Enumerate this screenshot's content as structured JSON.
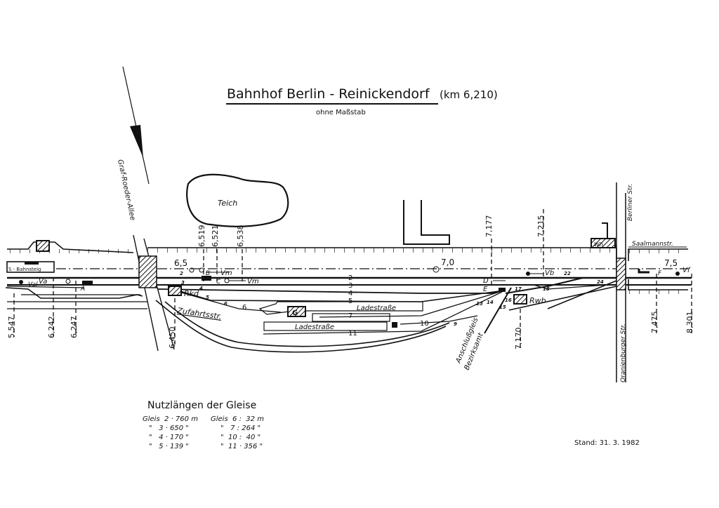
{
  "title": {
    "main": "Bahnhof Berlin - Reinickendorf",
    "km": "(km 6,210)",
    "subtitle": "ohne Maßstab"
  },
  "streets": {
    "graf_roeder": "Graf-Roeder-Allee",
    "berliner": "Berliner Str.",
    "saalmann": "Saalmannstr.",
    "oranienburger": "Oranienburger Str.",
    "zufahrt": "Zufahrtsstr.",
    "ladestrasse": "Ladestraße"
  },
  "features": {
    "teich": "Teich",
    "s_bahnsteig": "S - Bahnsteig",
    "anschluss": "Anschlußgleis",
    "bezirksamt": "Bezirksamt",
    "rkd": "Rkd",
    "rwb": "Rwb",
    "wh": "Wh",
    "g": "G"
  },
  "km_markers": [
    "5,547",
    "6,242",
    "6,247",
    "6,450",
    "6,519",
    "6,521",
    "6,538",
    "7,177",
    "7,215",
    "7,170",
    "7,475",
    "8,301"
  ],
  "km_posts": [
    "6,5",
    "7,0",
    "7,5"
  ],
  "signals": [
    "Va",
    "Val",
    "A",
    "B",
    "Vm",
    "C",
    "Vm",
    "D",
    "E",
    "Vb",
    "F",
    "Vf"
  ],
  "tracks": [
    "2",
    "3",
    "4",
    "5",
    "6",
    "7",
    "10",
    "11"
  ],
  "switches": [
    "2",
    "3",
    "4",
    "5",
    "6",
    "9",
    "13",
    "14",
    "15",
    "16",
    "17",
    "18",
    "22",
    "24"
  ],
  "lengths": {
    "heading": "Nutzlängen der Gleise",
    "rows": [
      {
        "left": "Gleis  2 · 760 m",
        "right": "Gleis  6 :  32 m"
      },
      {
        "left": "\"   3 · 650 \"",
        "right": "\"   7 : 264 \""
      },
      {
        "left": "\"   4 · 170 \"",
        "right": "\"  10 :  40 \""
      },
      {
        "left": "\"   5 · 139 \"",
        "right": "\"  11 · 356 \""
      }
    ]
  },
  "stand": "Stand: 31. 3. 1982"
}
